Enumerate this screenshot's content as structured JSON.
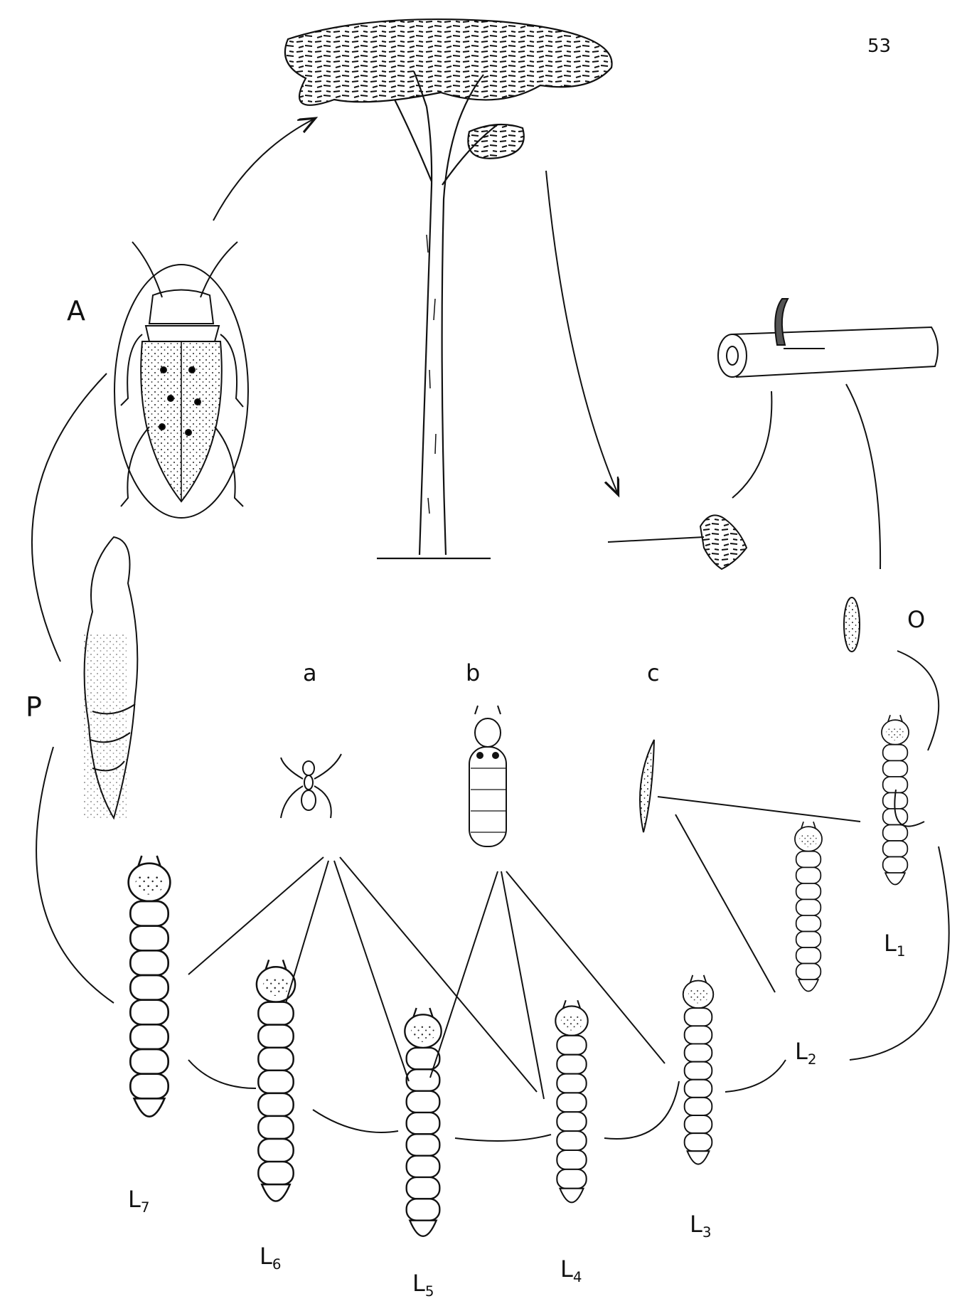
{
  "page_number": "53",
  "stages": {
    "adult": "A",
    "pupa": "P",
    "egg": "O",
    "larvae": [
      {
        "letter": "L",
        "sub": "1"
      },
      {
        "letter": "L",
        "sub": "2"
      },
      {
        "letter": "L",
        "sub": "3"
      },
      {
        "letter": "L",
        "sub": "4"
      },
      {
        "letter": "L",
        "sub": "5"
      },
      {
        "letter": "L",
        "sub": "6"
      },
      {
        "letter": "L",
        "sub": "7"
      }
    ]
  },
  "enemies": {
    "a": "a",
    "b": "b",
    "c": "c"
  }
}
